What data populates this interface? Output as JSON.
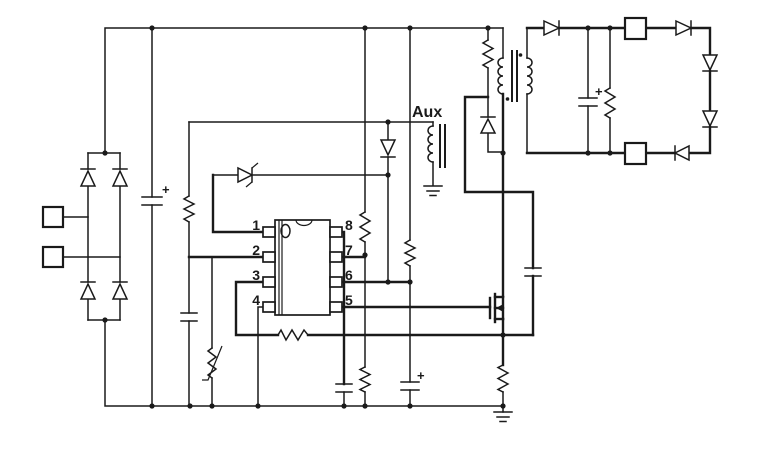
{
  "schematic": {
    "aux_label": "Aux",
    "plus_sign": "+",
    "ic_pin_numbers": [
      "1",
      "2",
      "3",
      "4",
      "5",
      "6",
      "7",
      "8"
    ],
    "colors": {
      "ink": "#1a1a1a",
      "background": "#ffffff"
    },
    "components": [
      "ac-input-terminals",
      "bridge-rectifier",
      "bulk-capacitor",
      "startup-resistor",
      "vcc-capacitor",
      "thermistor",
      "zener-diode",
      "aux-rectifier-diode",
      "aux-winding",
      "controller-ic-8pin",
      "line-sense-divider",
      "feedback-resistor",
      "pin8-bypass-capacitor",
      "vcc-electrolytic-capacitor",
      "current-sense-resistor-network",
      "clamp-resistor",
      "clamp-diode",
      "snubber-capacitor",
      "flyback-transformer",
      "power-mosfet",
      "sense-resistor",
      "output-diode",
      "output-capacitor",
      "bleeder-resistor",
      "output-terminals",
      "led-load-diode-string",
      "grounds"
    ]
  }
}
